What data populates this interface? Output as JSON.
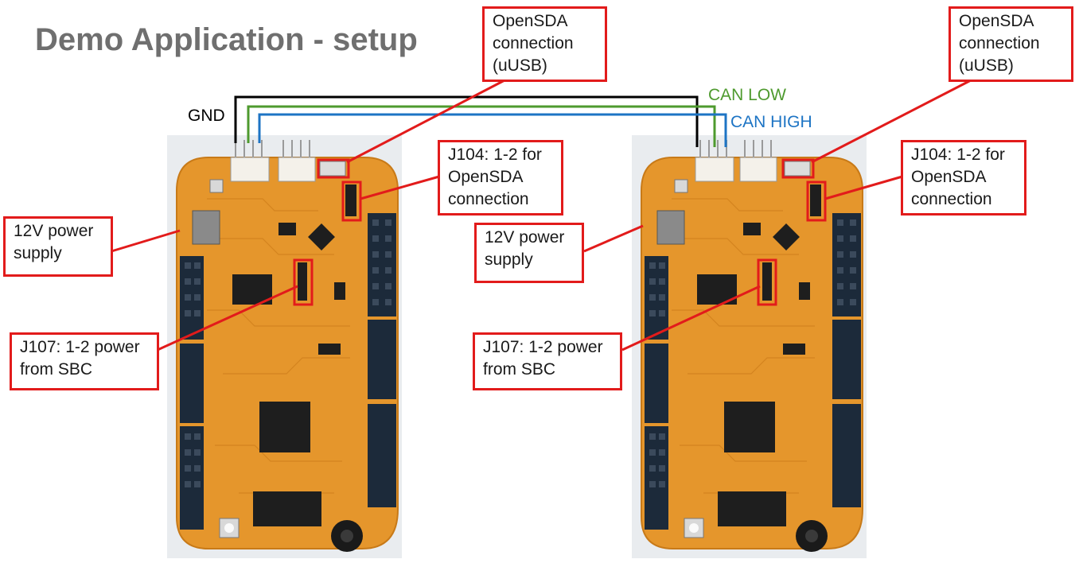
{
  "slide": {
    "title": "Demo Application - setup"
  },
  "wires": {
    "gnd": {
      "label": "GND",
      "color": "#000000"
    },
    "can_low": {
      "label": "CAN LOW",
      "color": "#4e9a2e"
    },
    "can_high": {
      "label": "CAN HIGH",
      "color": "#1d74c4"
    }
  },
  "colors": {
    "callout_border": "#e21b1b",
    "pcb": "#e5962c",
    "pcb_dark": "#c87a18",
    "header": "#1c2a3a",
    "chip": "#1e1e1e"
  },
  "boards": [
    {
      "opensda": {
        "line1": "OpenSDA",
        "line2": "connection",
        "line3": "(uUSB)"
      },
      "j104": {
        "line1": "J104: 1-2 for",
        "line2": "OpenSDA",
        "line3": "connection"
      },
      "power": {
        "line1": "12V power",
        "line2": "supply"
      },
      "j107": {
        "line1": "J107: 1-2 power",
        "line2": "from SBC"
      }
    },
    {
      "opensda": {
        "line1": "OpenSDA",
        "line2": "connection",
        "line3": "(uUSB)"
      },
      "j104": {
        "line1": "J104: 1-2 for",
        "line2": "OpenSDA",
        "line3": "connection"
      },
      "power": {
        "line1": "12V power",
        "line2": "supply"
      },
      "j107": {
        "line1": "J107: 1-2 power",
        "line2": "from SBC"
      }
    }
  ]
}
